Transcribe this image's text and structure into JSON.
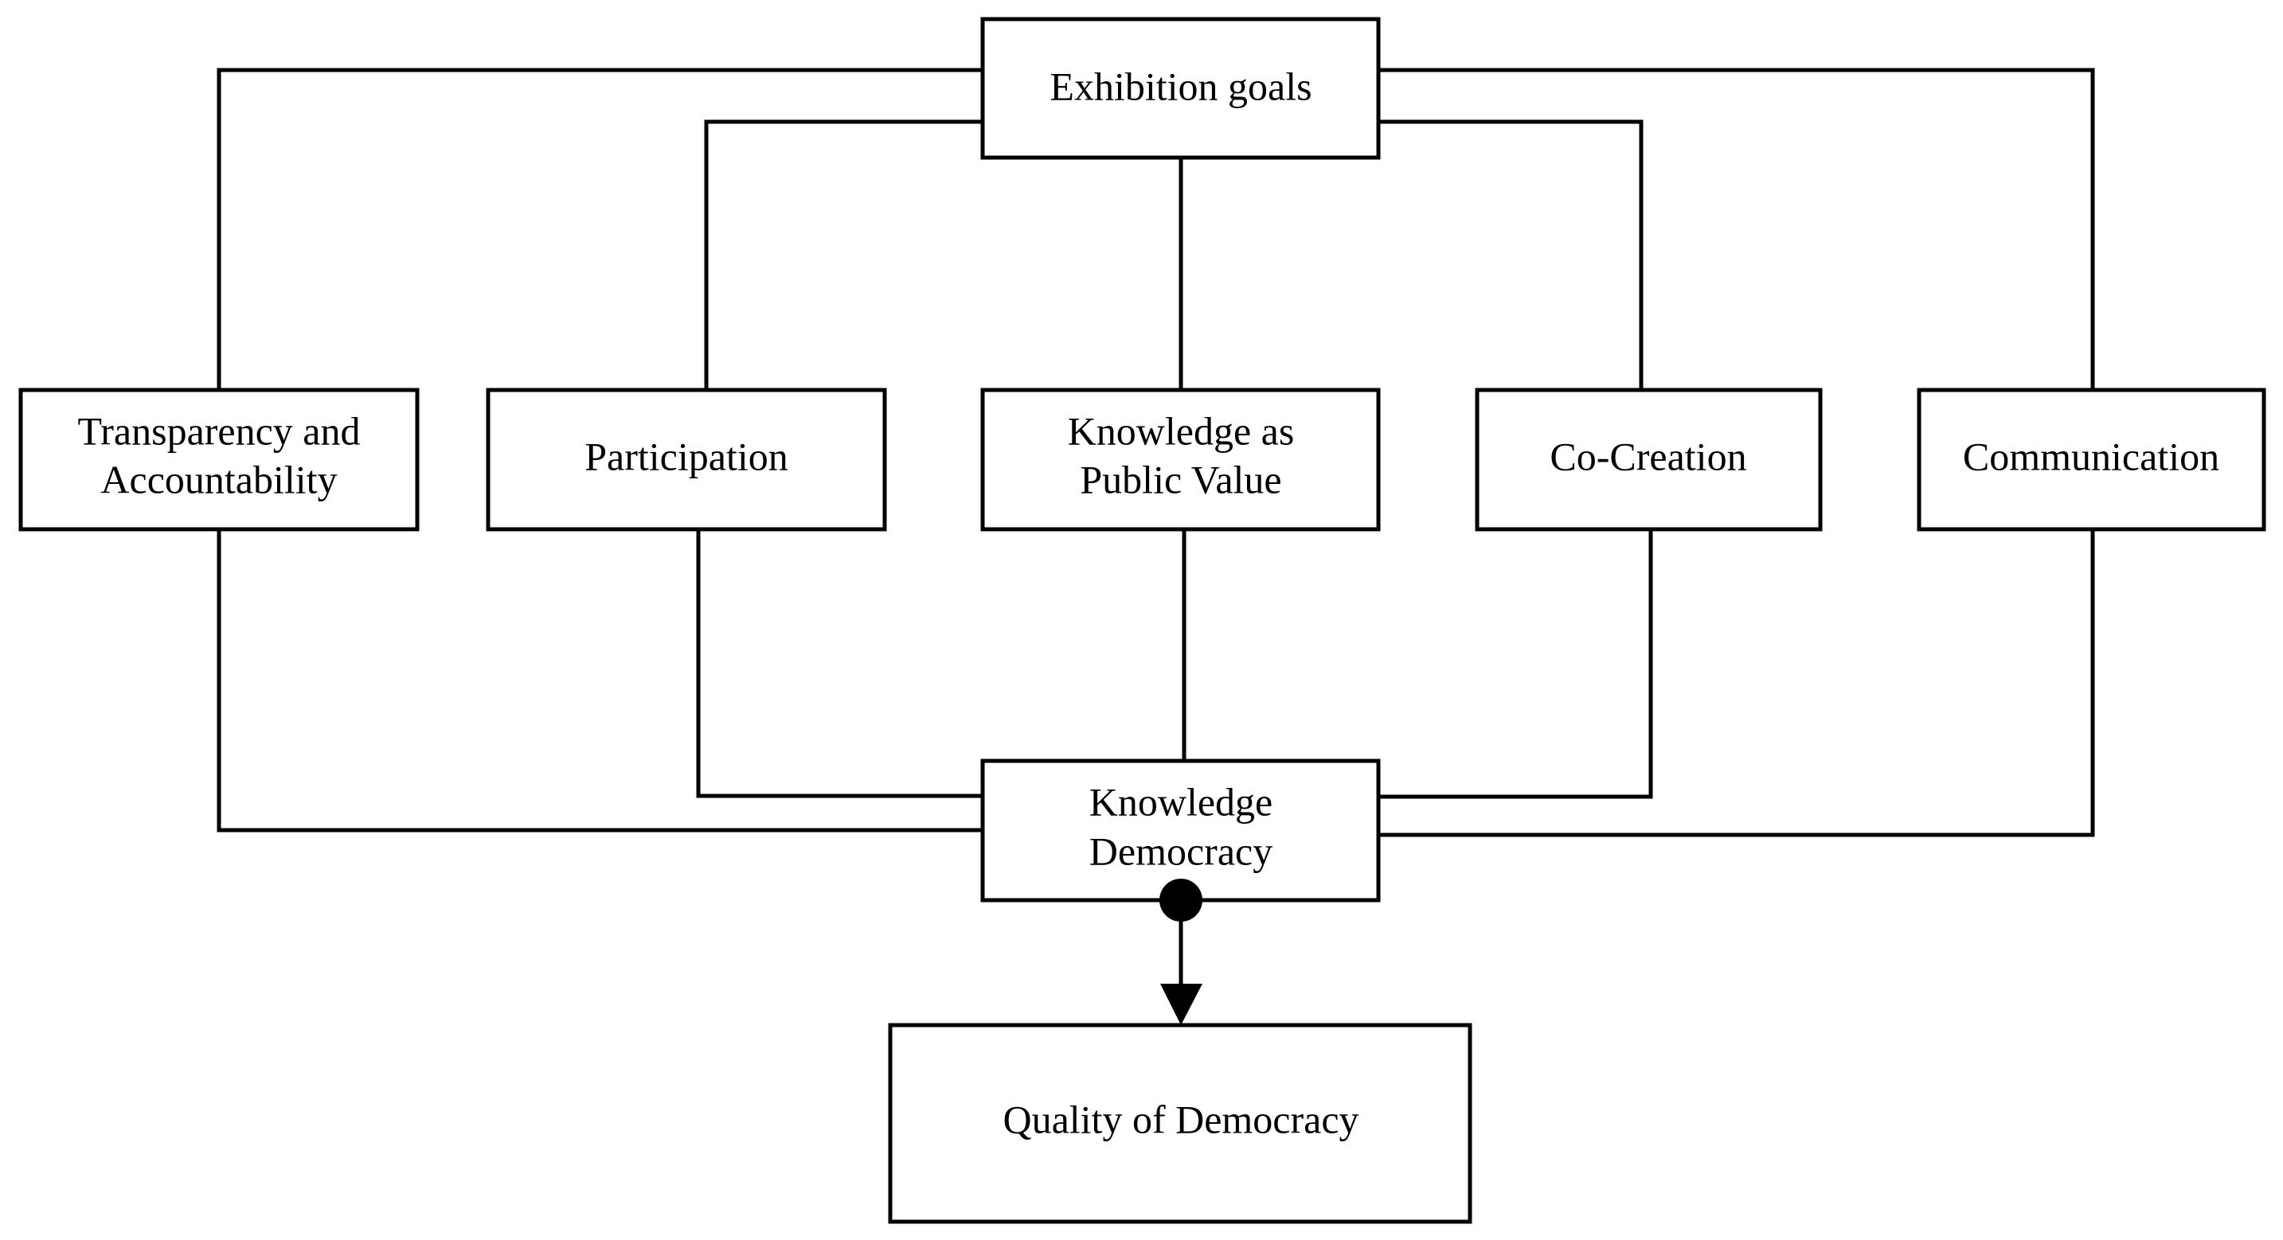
{
  "diagram": {
    "top": {
      "line1": "Exhibition goals"
    },
    "pillars": [
      {
        "line1": "Transparency and",
        "line2": "Accountability"
      },
      {
        "line1": "Participation"
      },
      {
        "line1": "Knowledge as",
        "line2": "Public Value"
      },
      {
        "line1": "Co-Creation"
      },
      {
        "line1": "Communication"
      }
    ],
    "hub": {
      "line1": "Knowledge",
      "line2": "Democracy"
    },
    "outcome": {
      "line1": "Quality of Democracy"
    }
  },
  "colors": {
    "stroke": "#000000",
    "fill": "#ffffff",
    "text": "#000000"
  }
}
